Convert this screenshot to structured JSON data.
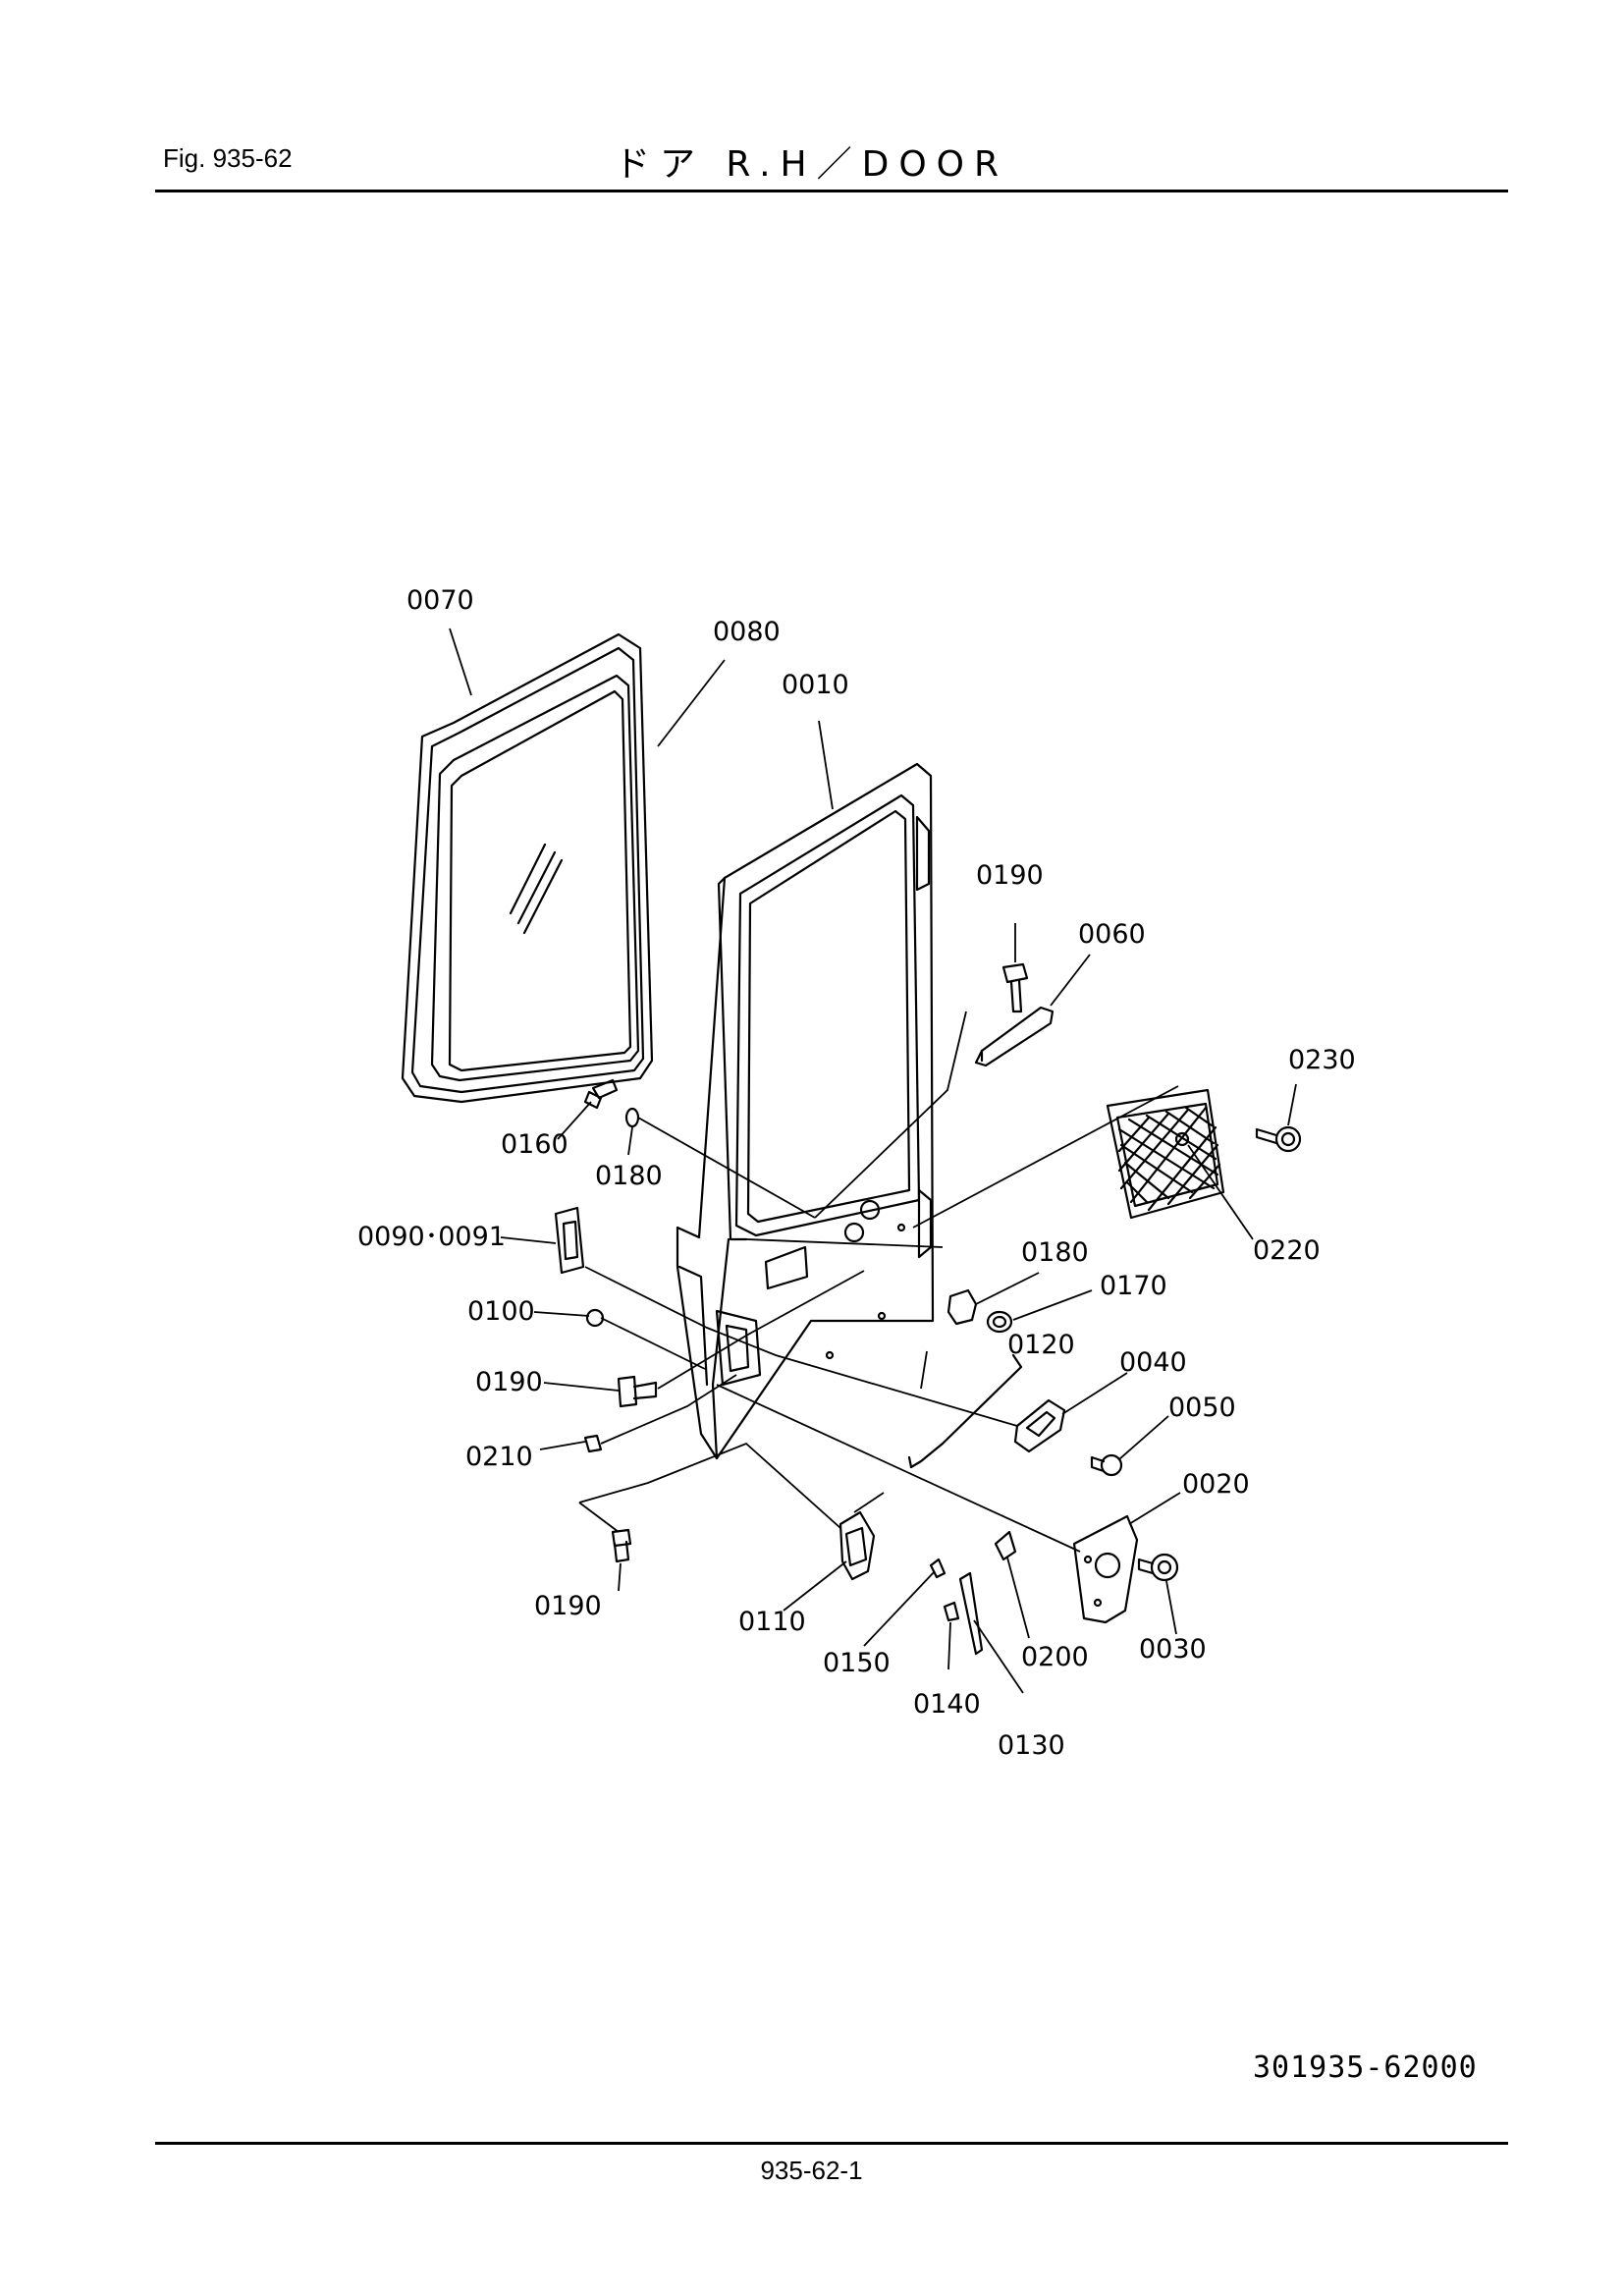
{
  "header": {
    "fig_label": "Fig. 935-62",
    "title": "ドア R.H／DOOR"
  },
  "callouts": {
    "c0010": "0010",
    "c0020": "0020",
    "c0030": "0030",
    "c0040": "0040",
    "c0050": "0050",
    "c0060": "0060",
    "c0070": "0070",
    "c0080": "0080",
    "c0090": "0090･0091",
    "c0100": "0100",
    "c0110": "0110",
    "c0120": "0120",
    "c0130": "0130",
    "c0140": "0140",
    "c0150": "0150",
    "c0160": "0160",
    "c0170": "0170",
    "c0180a": "0180",
    "c0180b": "0180",
    "c0190a": "0190",
    "c0190b": "0190",
    "c0190c": "0190",
    "c0200": "0200",
    "c0210": "0210",
    "c0220": "0220",
    "c0230": "0230"
  },
  "footer": {
    "drawing_number": "301935-62000",
    "page_number": "935-62-1"
  }
}
